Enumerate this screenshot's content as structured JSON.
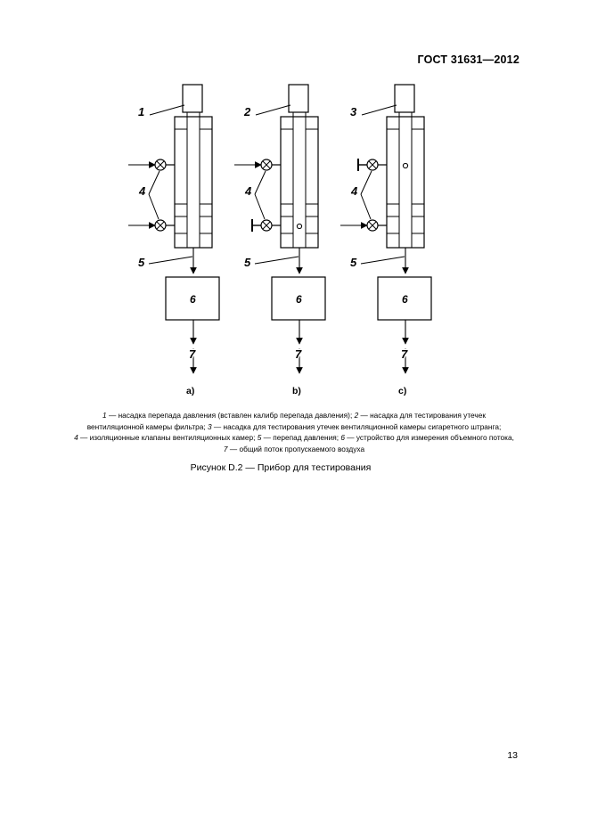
{
  "header": {
    "standard_code": "ГОСТ 31631—2012"
  },
  "figure": {
    "panels": [
      {
        "id": "a",
        "sublabel": "a)",
        "holder_label": "1",
        "valves_label": "4",
        "pressure_label": "5",
        "device_label": "6",
        "flow_label": "7"
      },
      {
        "id": "b",
        "sublabel": "b)",
        "holder_label": "2",
        "valves_label": "4",
        "pressure_label": "5",
        "device_label": "6",
        "flow_label": "7"
      },
      {
        "id": "c",
        "sublabel": "c)",
        "holder_label": "3",
        "valves_label": "4",
        "pressure_label": "5",
        "device_label": "6",
        "flow_label": "7"
      }
    ]
  },
  "legend": {
    "lines": [
      [
        {
          "k": "1",
          "t": " — насадка перепада давления (вставлен калибр перепада давления); "
        },
        {
          "k": "2",
          "t": " — насадка для тестирования утечек"
        }
      ],
      [
        {
          "k": "",
          "t": "вентиляционной камеры фильтра; "
        },
        {
          "k": "3",
          "t": " — насадка для тестирования утечек вентиляционной камеры сигаретного штранга;"
        }
      ],
      [
        {
          "k": "4",
          "t": " — изоляционные клапаны вентиляционных камер; "
        },
        {
          "k": "5",
          "t": " — перепад давления; "
        },
        {
          "k": "6",
          "t": " — устройство для измерения объемного потока,"
        }
      ],
      [
        {
          "k": "7",
          "t": " — общий поток пропускаемого воздуха"
        }
      ]
    ]
  },
  "caption": "Рисунок D.2 — Прибор для тестирования",
  "page_number": "13"
}
